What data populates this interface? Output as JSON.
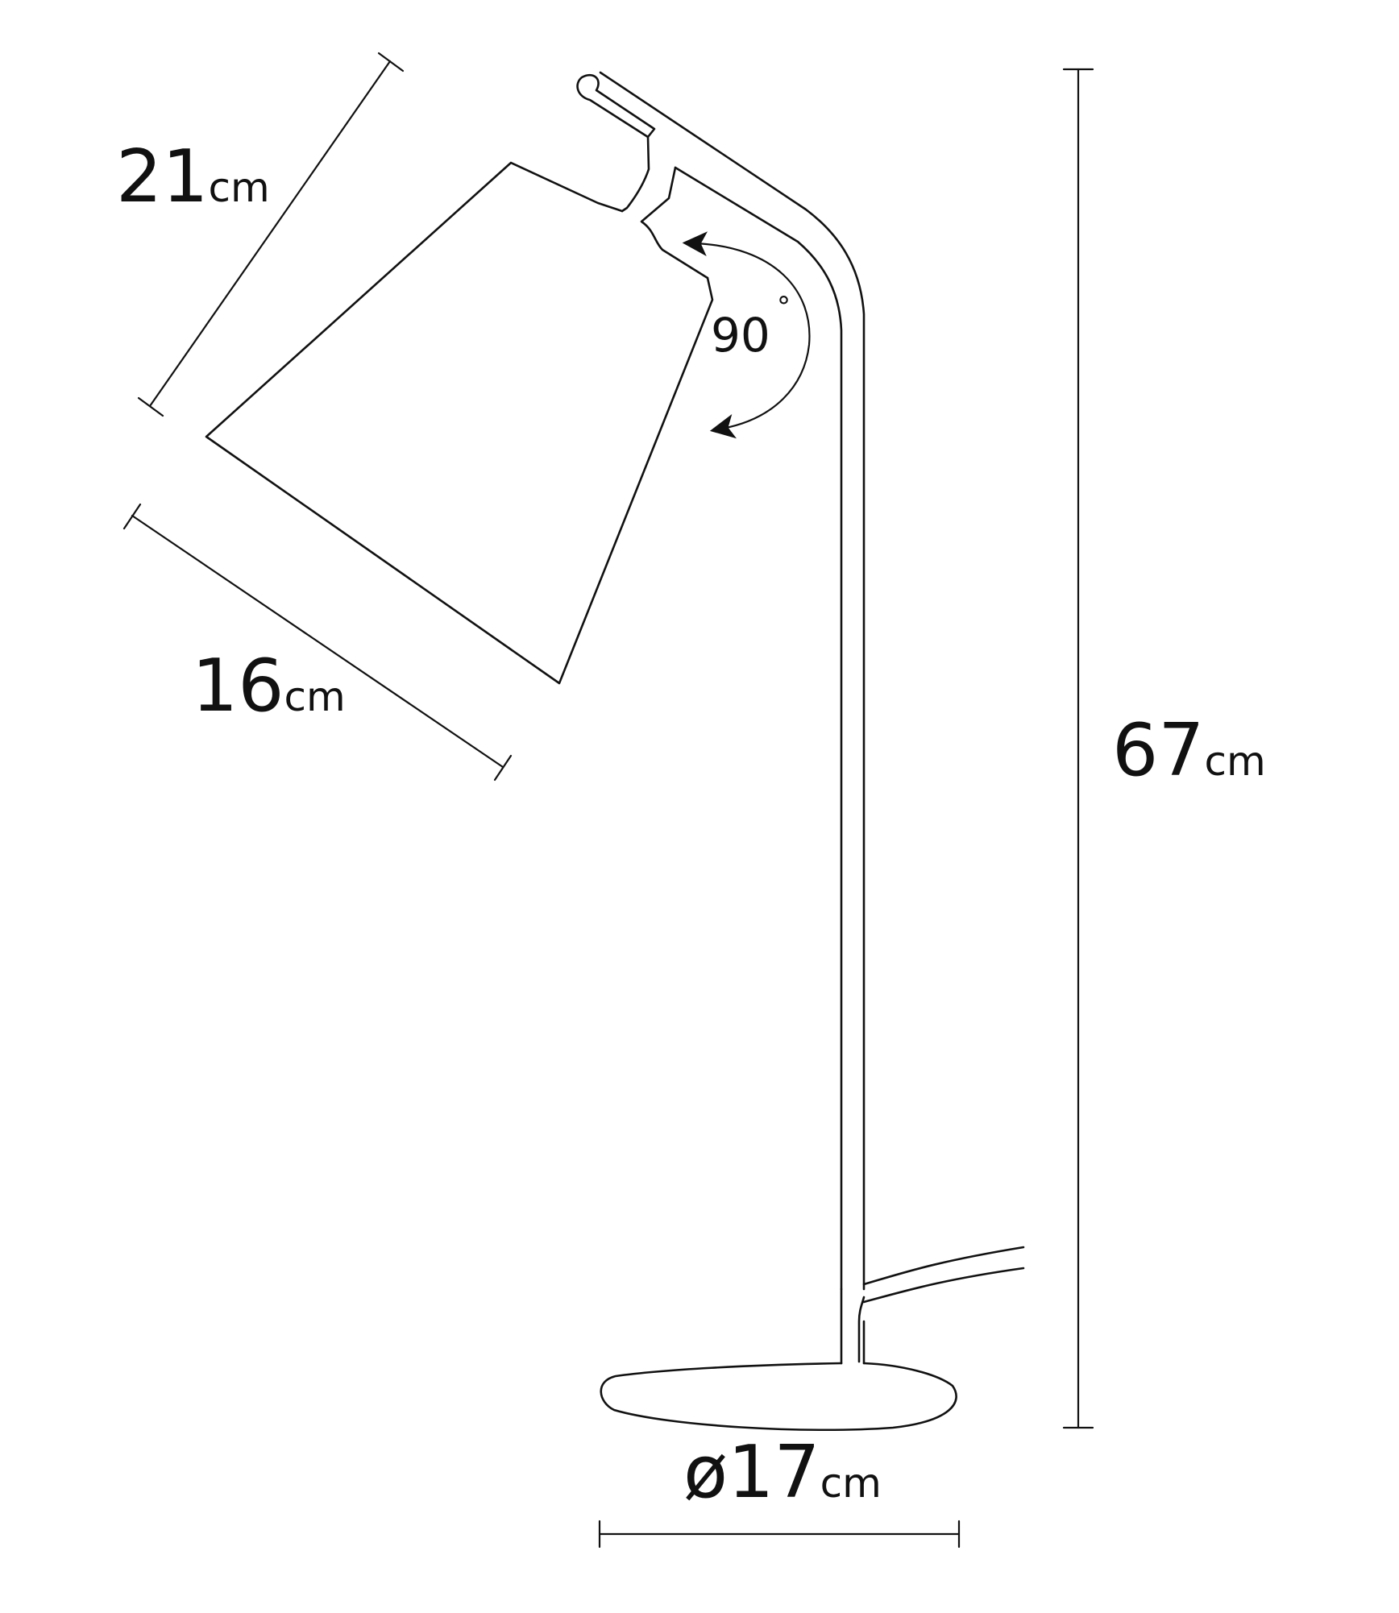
{
  "dimensions": {
    "shade_height": {
      "value": "21",
      "unit": "cm"
    },
    "shade_width": {
      "value": "16",
      "unit": "cm"
    },
    "total_height": {
      "value": "67",
      "unit": "cm"
    },
    "base_diameter": {
      "value": "ø17",
      "unit": "cm"
    },
    "rotation": {
      "value": "90",
      "unit": "°"
    }
  },
  "colors": {
    "line": "#111111",
    "background": "#ffffff"
  }
}
